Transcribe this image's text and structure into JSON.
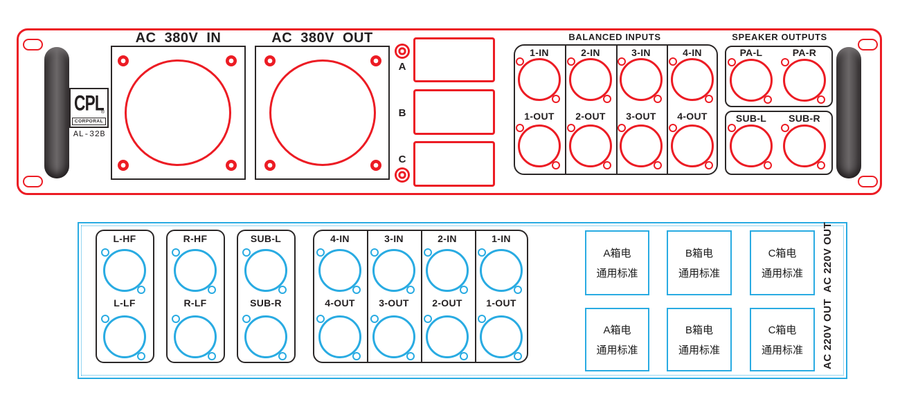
{
  "colors": {
    "red": "#EC1C24",
    "blue": "#29ABE2",
    "ink": "#2b2727"
  },
  "top_panel": {
    "logo": {
      "brand": "CPL",
      "reg": "®",
      "sub": "CORPORAL",
      "model": "AL-32B"
    },
    "ac_in": {
      "title": "AC 380V IN"
    },
    "ac_out": {
      "title": "AC 380V OUT"
    },
    "breakers": [
      {
        "label": "A"
      },
      {
        "label": "B"
      },
      {
        "label": "C"
      }
    ],
    "balanced": {
      "title": "BALANCED INPUTS",
      "row_in": [
        {
          "label": "1-IN"
        },
        {
          "label": "2-IN"
        },
        {
          "label": "3-IN"
        },
        {
          "label": "4-IN"
        }
      ],
      "row_out": [
        {
          "label": "1-OUT"
        },
        {
          "label": "2-OUT"
        },
        {
          "label": "3-OUT"
        },
        {
          "label": "4-OUT"
        }
      ]
    },
    "speaker": {
      "title": "SPEAKER OUTPUTS",
      "cells": [
        {
          "label": "PA-L"
        },
        {
          "label": "PA-R"
        },
        {
          "label": "SUB-L"
        },
        {
          "label": "SUB-R"
        }
      ]
    }
  },
  "bottom_panel": {
    "speaker_boxes": [
      {
        "top": "L-HF",
        "bottom": "L-LF"
      },
      {
        "top": "R-HF",
        "bottom": "R-LF"
      },
      {
        "top": "SUB-L",
        "bottom": "SUB-R"
      }
    ],
    "io_columns": [
      {
        "top": "4-IN",
        "bottom": "4-OUT"
      },
      {
        "top": "3-IN",
        "bottom": "3-OUT"
      },
      {
        "top": "2-IN",
        "bottom": "2-OUT"
      },
      {
        "top": "1-IN",
        "bottom": "1-OUT"
      }
    ],
    "outlets": [
      {
        "line1": "A箱电",
        "line2": "通用标准"
      },
      {
        "line1": "B箱电",
        "line2": "通用标准"
      },
      {
        "line1": "C箱电",
        "line2": "通用标准"
      },
      {
        "line1": "A箱电",
        "line2": "通用标准"
      },
      {
        "line1": "B箱电",
        "line2": "通用标准"
      },
      {
        "line1": "C箱电",
        "line2": "通用标准"
      }
    ],
    "side_labels": [
      {
        "label": "AC 220V OUT"
      },
      {
        "label": "AC 220V OUT"
      }
    ]
  }
}
